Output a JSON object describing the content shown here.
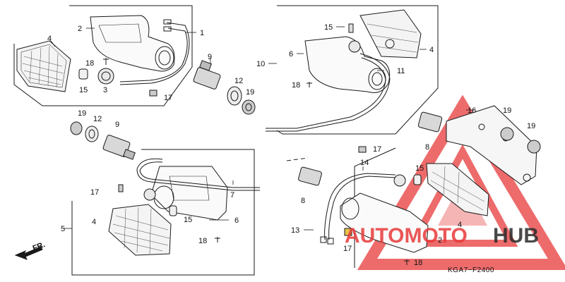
{
  "diagram": {
    "code": "KGA7−F2400",
    "front_indicator": "FR.",
    "callouts": {
      "c1": "1",
      "c2": "2",
      "c3": "3",
      "c4": "4",
      "c5": "5",
      "c6": "6",
      "c7": "7",
      "c8": "8",
      "c9": "9",
      "c10": "10",
      "c11": "11",
      "c12": "12",
      "c13": "13",
      "c14": "14",
      "c15": "15",
      "c16": "16",
      "c17": "17",
      "c18": "18",
      "c19": "19"
    }
  },
  "watermark": {
    "part1": "AUTOMOTO",
    "part2": "HUB",
    "colors": {
      "accent": "#e83a3a",
      "dark": "#2a2a2a",
      "light": "#9a9a9a"
    }
  },
  "colors": {
    "line": "#1a1a1a",
    "background": "#ffffff"
  }
}
